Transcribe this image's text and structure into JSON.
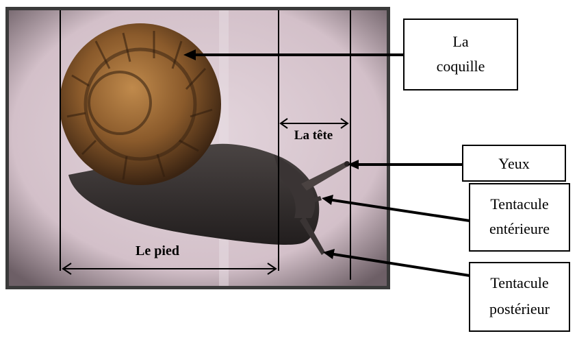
{
  "labels": {
    "shell": "La coquille",
    "shell_line1": "La",
    "shell_line2": "coquille",
    "head": "La tête",
    "eyes": "Yeux",
    "anterior_tentacle_line1": "Tentacule",
    "anterior_tentacle_line2": "entérieure",
    "posterior_tentacle_line1": "Tentacule",
    "posterior_tentacle_line2": "postérieur",
    "foot": "Le pied"
  },
  "colors": {
    "background_photo": "#d9c7cf",
    "shell_brown": "#8a5a2b",
    "shell_dark": "#3b2412",
    "body_dark": "#2e2a2a",
    "line": "#000000"
  }
}
